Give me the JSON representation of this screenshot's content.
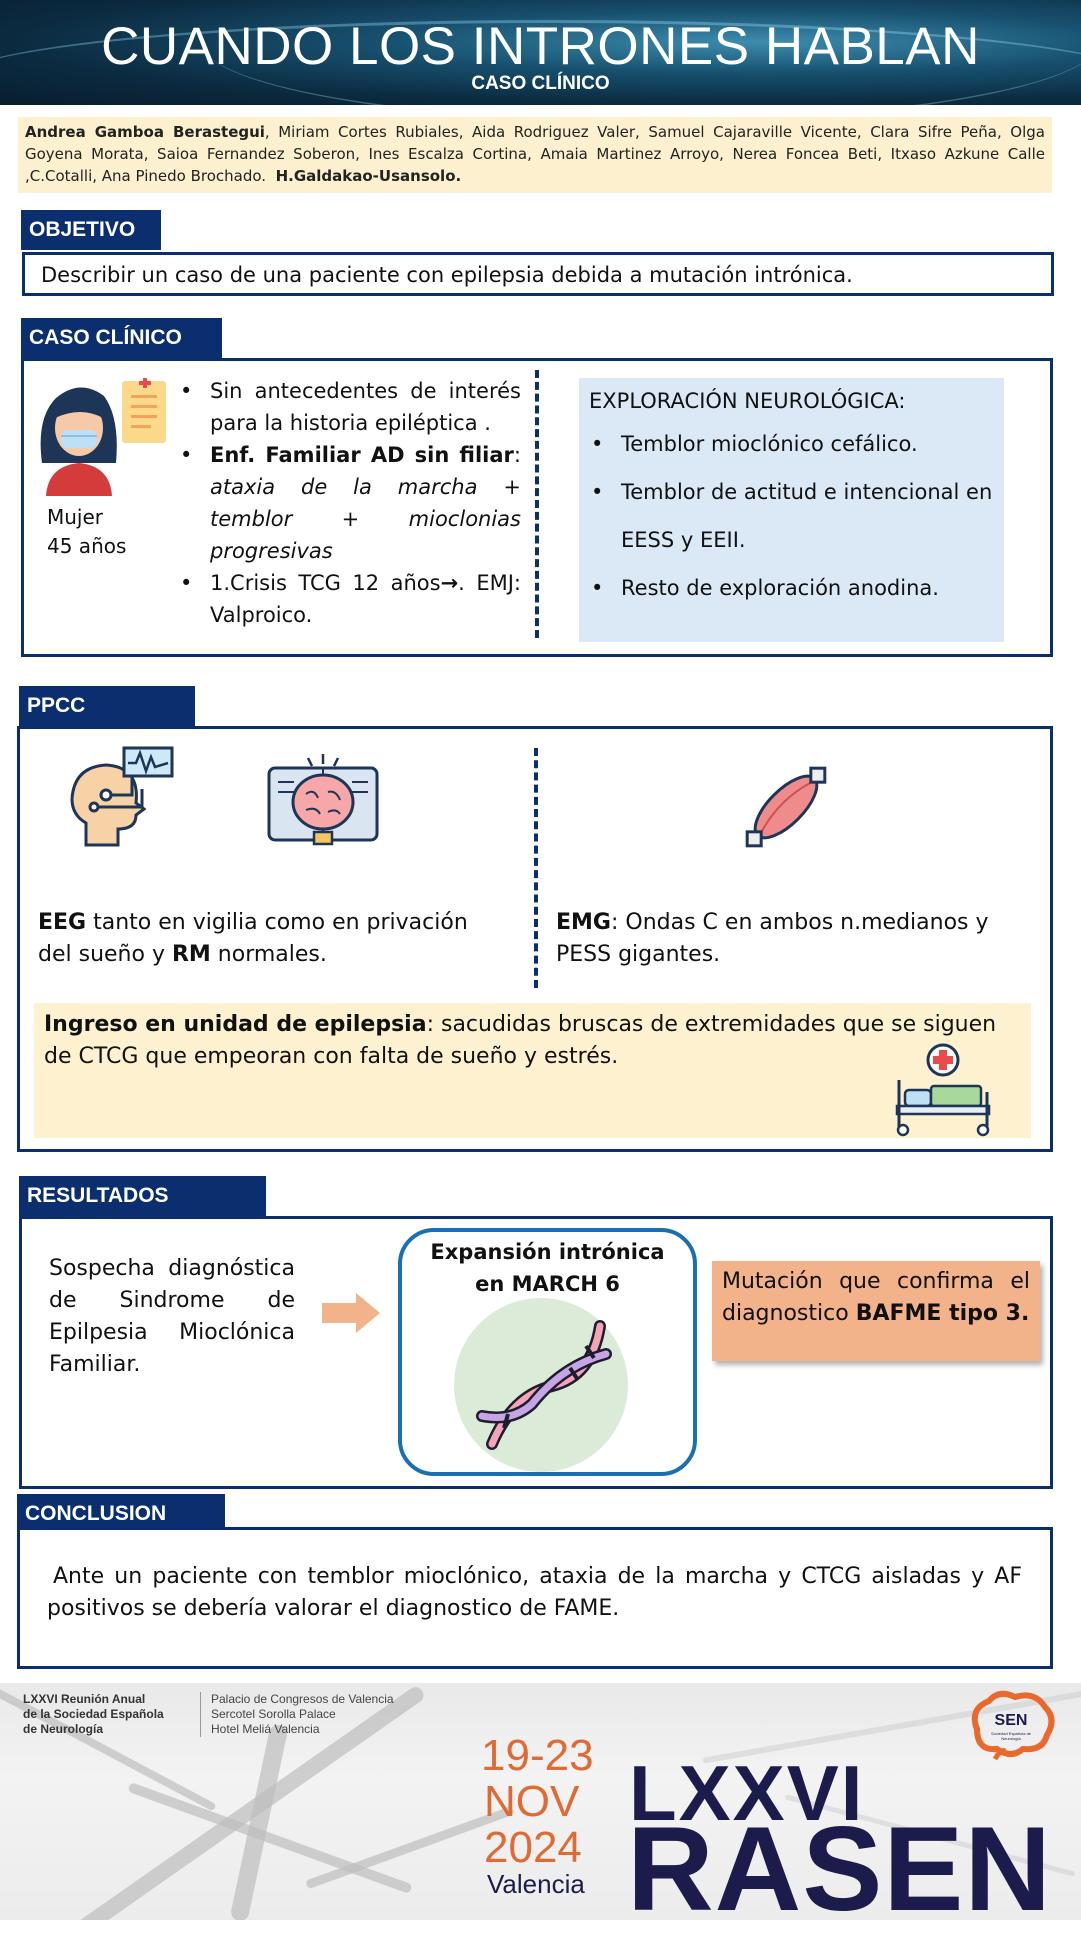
{
  "header": {
    "title": "CUANDO LOS INTRONES HABLAN",
    "subtitle": "CASO CLÍNICO"
  },
  "authors": {
    "first_author": "Andrea Gamboa Berastegui",
    "others": ", Miriam Cortes Rubiales, Aida Rodriguez Valer, Samuel Cajaraville Vicente, Clara Sifre Peña, Olga Goyena Morata, Saioa Fernandez Soberon, Ines Escalza Cortina, Amaia Martinez Arroyo, Nerea Foncea Beti, Itxaso Azkune Calle ,C.Cotalli, Ana Pinedo Brochado.",
    "hospital": "H.Galdakao-Usansolo."
  },
  "objetivo": {
    "heading": "OBJETIVO",
    "text": "Describir un caso de una paciente con epilepsia debida a mutación intrónica."
  },
  "caso": {
    "heading": "CASO CLÍNICO",
    "patient_sex": "Mujer",
    "patient_age": "45 años",
    "bullet1": "Sin antecedentes de interés para la historia epiléptica .",
    "bullet2_bold": "Enf. Familiar AD sin filiar",
    "bullet2_colon": ":",
    "bullet2_italic": "ataxia de la marcha + temblor + mioclonias progresivas",
    "bullet3_a": "1.Crisis TCG 12 años",
    "bullet3_b": ". EMJ: Valproico.",
    "exploracion_title": "EXPLORACIÓN NEUROLÓGICA:",
    "exploracion_items": [
      "Temblor mioclónico cefálico.",
      "Temblor de actitud e intencional en EESS y EEII.",
      "Resto de exploración anodina."
    ]
  },
  "ppcc": {
    "heading": "PPCC",
    "eeg_bold": "EEG",
    "eeg_text": " tanto en vigilia como en privación del sueño y ",
    "rm_bold": "RM",
    "rm_text": " normales.",
    "emg_bold": "EMG",
    "emg_text": ": Ondas C en ambos n.medianos y PESS gigantes.",
    "ingreso_bold": "Ingreso en unidad de epilepsia",
    "ingreso_text": ": sacudidas bruscas de extremidades que se siguen de CTCG que empeoran con falta de sueño y estrés."
  },
  "resultados": {
    "heading": "RESULTADOS",
    "sospecha": "Sospecha diagnóstica de Sindrome de Epilpesia Mioclónica Familiar.",
    "expansion": "Expansión intrónica en MARCH 6",
    "mutacion_text": "Mutación que confirma el diagnostico ",
    "mutacion_bold": "BAFME tipo 3."
  },
  "conclusion": {
    "heading": "CONCLUSION",
    "text": "Ante un paciente con temblor mioclónico, ataxia de la marcha y CTCG aisladas y AF positivos se debería valorar el diagnostico de FAME."
  },
  "footer": {
    "org_line1": "LXXVI Reunión Anual",
    "org_line2": "de la Sociedad Española",
    "org_line3": "de Neurología",
    "venue_line1": "Palacio de Congresos de Valencia",
    "venue_line2": "Sercotel Sorolla Palace",
    "venue_line3": "Hotel Meliá Valencia",
    "dates": "19-23",
    "month": "NOV",
    "year": "2024",
    "city": "Valencia",
    "event_number": "LXXVI",
    "event_name": "RASEN",
    "sen_logo": "SEN",
    "sen_logo_sub": "Sociedad Española de Neurología"
  },
  "colors": {
    "navy": "#0b2f6e",
    "cream": "#fdf0cf",
    "light_blue": "#dbe8f6",
    "salmon": "#f3b38a",
    "orange": "#e06a34"
  }
}
